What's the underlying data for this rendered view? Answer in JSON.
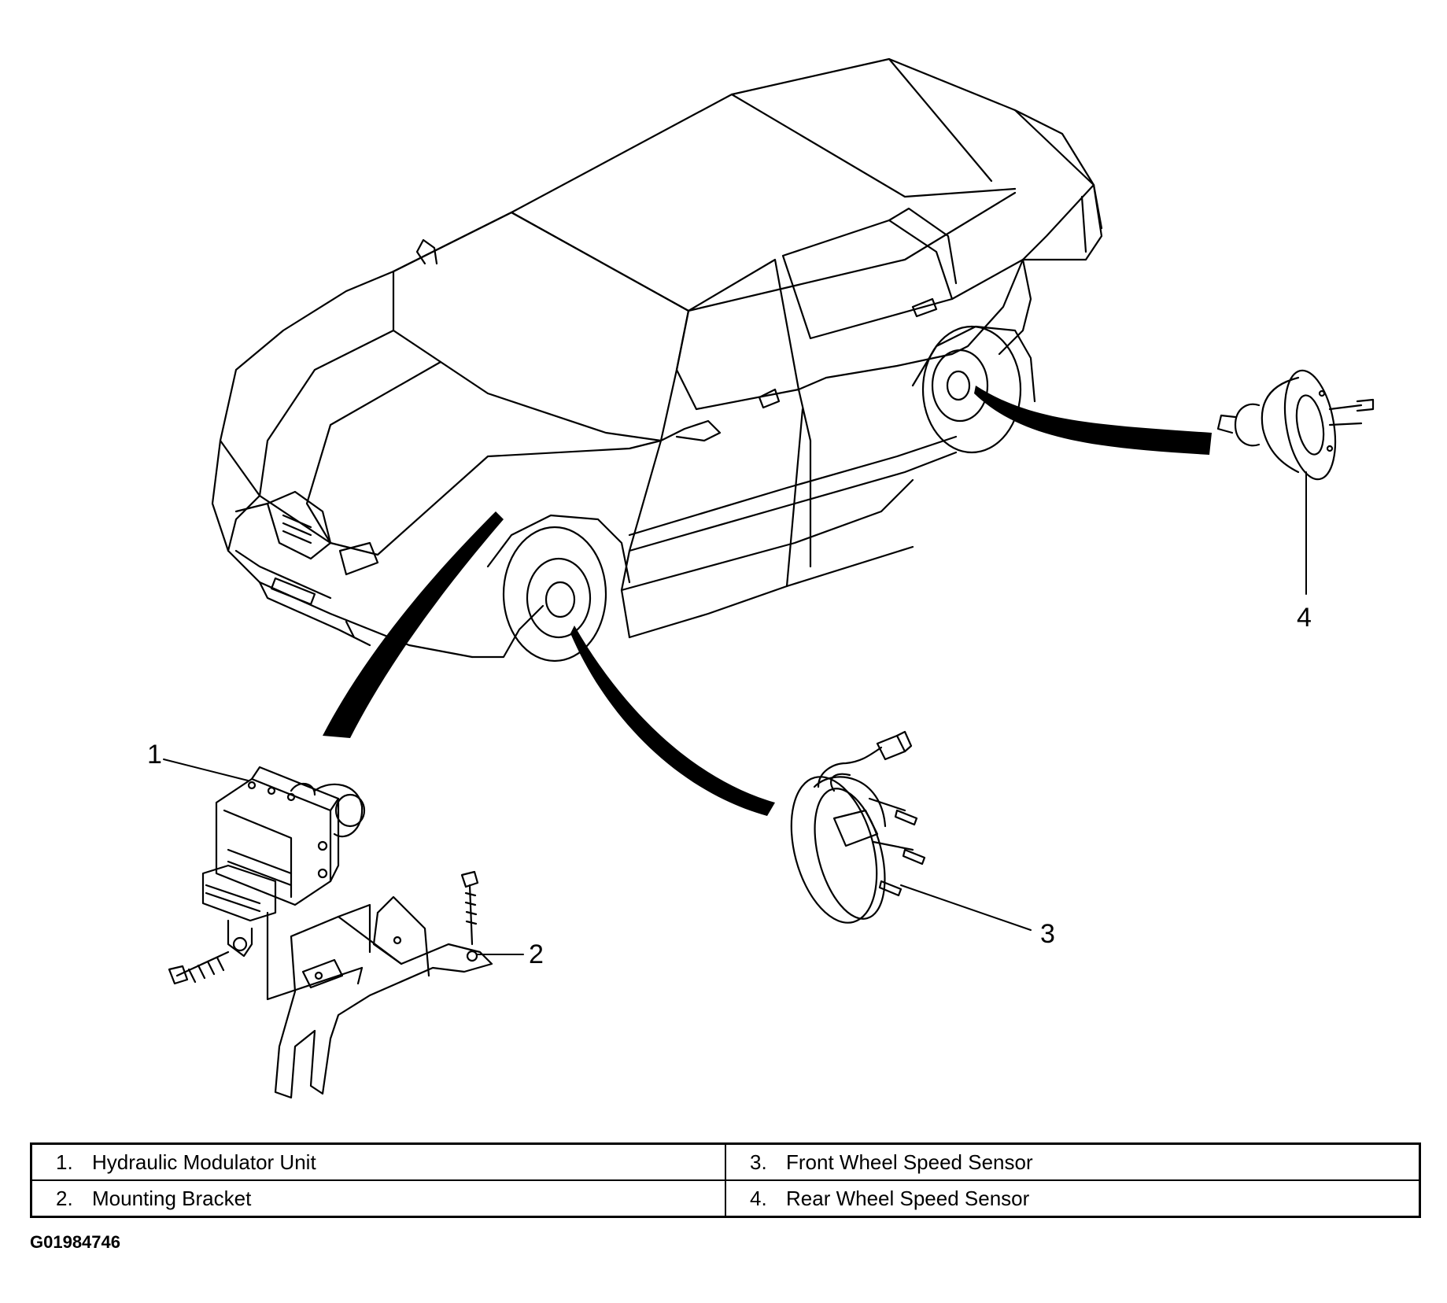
{
  "callouts": {
    "c1": "1",
    "c2": "2",
    "c3": "3",
    "c4": "4"
  },
  "legend": {
    "rows": [
      {
        "left_num": "1.",
        "left_text": "Hydraulic Modulator Unit",
        "right_num": "3.",
        "right_text": "Front Wheel Speed Sensor"
      },
      {
        "left_num": "2.",
        "left_text": "Mounting Bracket",
        "right_num": "4.",
        "right_text": "Rear Wheel Speed Sensor"
      }
    ]
  },
  "figure_id": "G01984746"
}
